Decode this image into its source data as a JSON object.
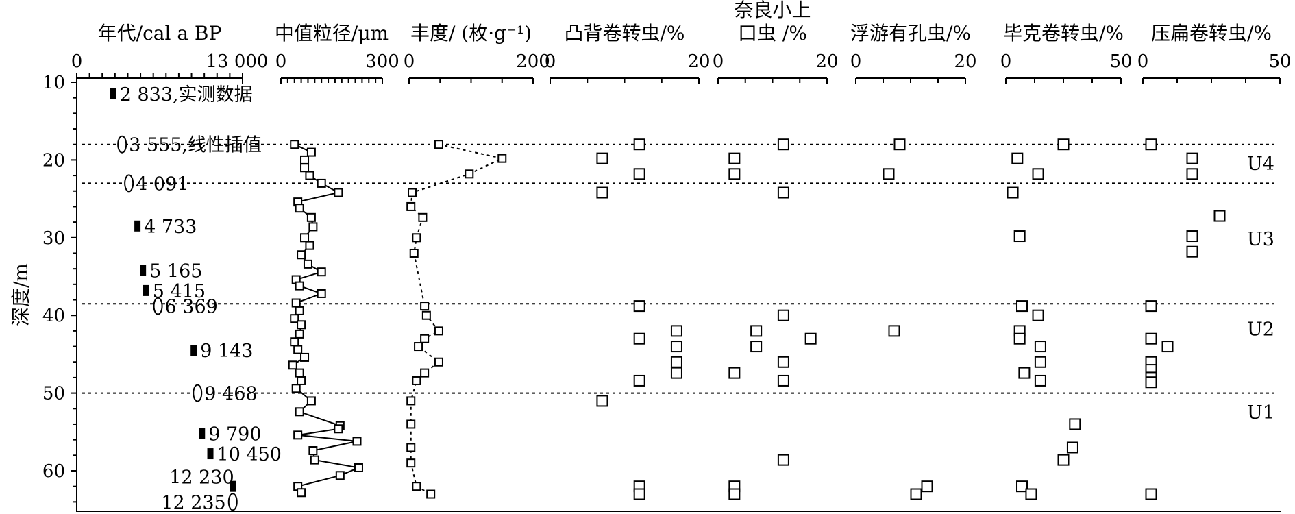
{
  "chart_data": {
    "type": "scatter",
    "ylabel": "深度/m",
    "ylim": [
      10,
      65
    ],
    "yticks": [
      10,
      20,
      30,
      40,
      50,
      60
    ],
    "boundaries": [
      18,
      23,
      38.5,
      50
    ],
    "units": [
      {
        "label": "U4",
        "depth": 20.5
      },
      {
        "label": "U3",
        "depth": 30.2
      },
      {
        "label": "U2",
        "depth": 41.8
      },
      {
        "label": "U1",
        "depth": 52.5
      }
    ],
    "panels": [
      {
        "key": "age",
        "title": "年代/cal a BP",
        "xlim": [
          0,
          13000
        ],
        "xtick_labels": [
          "0",
          "13 000"
        ],
        "ages": [
          {
            "depth": 11.5,
            "age": 2833,
            "label": "2 833,实测数据",
            "kind": "measured"
          },
          {
            "depth": 18,
            "age": 3555,
            "label": "3 555,线性插值",
            "kind": "interpolated"
          },
          {
            "depth": 23,
            "age": 4091,
            "label": "4 091",
            "kind": "interpolated"
          },
          {
            "depth": 28.5,
            "age": 4733,
            "label": "4 733",
            "kind": "measured"
          },
          {
            "depth": 34.2,
            "age": 5165,
            "label": "5 165",
            "kind": "measured"
          },
          {
            "depth": 36.8,
            "age": 5415,
            "label": "5 415",
            "kind": "measured"
          },
          {
            "depth": 38.8,
            "age": 6369,
            "label": "6 369",
            "kind": "interpolated"
          },
          {
            "depth": 44.5,
            "age": 9143,
            "label": "9 143",
            "kind": "measured"
          },
          {
            "depth": 50,
            "age": 9468,
            "label": "9 468",
            "kind": "interpolated"
          },
          {
            "depth": 55.2,
            "age": 9790,
            "label": "9 790",
            "kind": "measured"
          },
          {
            "depth": 57.8,
            "age": 10450,
            "label": "10 450",
            "kind": "measured"
          },
          {
            "depth": 62,
            "age": 12230,
            "label": "12 230",
            "kind": "measured"
          },
          {
            "depth": 64,
            "age": 12235,
            "label": "12 235",
            "kind": "interpolated"
          }
        ]
      },
      {
        "key": "grain",
        "title": "中值粒径/μm",
        "xlim": [
          0,
          300
        ],
        "xtick_labels": [
          "0",
          "300"
        ],
        "line": "solid",
        "points": [
          [
            18,
            40
          ],
          [
            19,
            90
          ],
          [
            20,
            70
          ],
          [
            21,
            70
          ],
          [
            22,
            85
          ],
          [
            23,
            120
          ],
          [
            24.2,
            170
          ],
          [
            25.4,
            50
          ],
          [
            26.2,
            55
          ],
          [
            27.4,
            90
          ],
          [
            28.6,
            95
          ],
          [
            30,
            70
          ],
          [
            31,
            85
          ],
          [
            32.2,
            60
          ],
          [
            33.4,
            80
          ],
          [
            34.4,
            120
          ],
          [
            35.4,
            45
          ],
          [
            36.2,
            55
          ],
          [
            37.2,
            120
          ],
          [
            38.4,
            45
          ],
          [
            39.4,
            55
          ],
          [
            40.4,
            40
          ],
          [
            41.2,
            60
          ],
          [
            42.4,
            55
          ],
          [
            43.4,
            40
          ],
          [
            44.4,
            50
          ],
          [
            45.4,
            70
          ],
          [
            46.4,
            35
          ],
          [
            47.4,
            55
          ],
          [
            48.4,
            60
          ],
          [
            49.4,
            45
          ],
          [
            51,
            90
          ],
          [
            52.4,
            55
          ],
          [
            54.2,
            175
          ],
          [
            54.6,
            170
          ],
          [
            55.4,
            50
          ],
          [
            56.2,
            225
          ],
          [
            57.4,
            95
          ],
          [
            58.6,
            100
          ],
          [
            59.6,
            230
          ],
          [
            60.6,
            175
          ],
          [
            62,
            50
          ],
          [
            62.8,
            60
          ]
        ]
      },
      {
        "key": "abundance",
        "title": "丰度/ (枚·g⁻¹)",
        "xlim": [
          0,
          200
        ],
        "xtick_labels": [
          "0",
          "200"
        ],
        "line": "dashed",
        "points": [
          [
            18,
            48
          ],
          [
            19.8,
            150
          ],
          [
            21.8,
            97
          ],
          [
            24.2,
            5
          ],
          [
            26,
            3
          ],
          [
            27.4,
            22
          ],
          [
            30,
            12
          ],
          [
            32,
            8
          ],
          [
            38.8,
            25
          ],
          [
            40,
            28
          ],
          [
            42,
            48
          ],
          [
            43,
            25
          ],
          [
            44,
            15
          ],
          [
            46,
            48
          ],
          [
            47.4,
            25
          ],
          [
            48.4,
            12
          ],
          [
            51,
            3
          ],
          [
            54,
            3
          ],
          [
            57,
            3
          ],
          [
            59,
            3
          ],
          [
            62,
            12
          ],
          [
            63,
            35
          ]
        ]
      },
      {
        "key": "p1",
        "title": "凸背卷转虫/%",
        "xlim": [
          0,
          20
        ],
        "xtick_labels": [
          "0",
          "20"
        ],
        "points": [
          [
            18,
            12
          ],
          [
            19.8,
            7
          ],
          [
            21.8,
            12
          ],
          [
            24.2,
            7
          ],
          [
            38.8,
            12
          ],
          [
            42,
            17
          ],
          [
            43,
            12
          ],
          [
            44,
            17
          ],
          [
            46,
            17
          ],
          [
            47.4,
            17
          ],
          [
            48.4,
            12
          ],
          [
            51,
            7
          ],
          [
            62,
            12
          ],
          [
            63,
            12
          ]
        ]
      },
      {
        "key": "p2",
        "title_line1": "奈良小上",
        "title_line2": "口虫 /%",
        "xlim": [
          0,
          20
        ],
        "xtick_labels": [
          "0",
          "20"
        ],
        "points": [
          [
            18,
            12
          ],
          [
            19.8,
            3
          ],
          [
            21.8,
            3
          ],
          [
            24.2,
            12
          ],
          [
            40,
            12
          ],
          [
            42,
            7
          ],
          [
            43,
            17
          ],
          [
            44,
            7
          ],
          [
            46,
            12
          ],
          [
            47.4,
            3
          ],
          [
            48.4,
            12
          ],
          [
            58.6,
            12
          ],
          [
            62,
            3
          ],
          [
            63,
            3
          ]
        ]
      },
      {
        "key": "p3",
        "title": "浮游有孔虫/%",
        "xlim": [
          0,
          20
        ],
        "xtick_labels": [
          "0",
          "20"
        ],
        "points": [
          [
            18,
            8
          ],
          [
            21.8,
            6
          ],
          [
            42,
            7
          ],
          [
            62,
            13
          ],
          [
            63,
            11
          ]
        ]
      },
      {
        "key": "p4",
        "title": "毕克卷转虫/%",
        "xlim": [
          0,
          50
        ],
        "xtick_labels": [
          "0",
          "50"
        ],
        "points": [
          [
            18,
            25
          ],
          [
            19.8,
            5
          ],
          [
            21.8,
            14
          ],
          [
            24.2,
            3
          ],
          [
            29.8,
            6
          ],
          [
            38.8,
            7
          ],
          [
            40,
            14
          ],
          [
            42,
            6
          ],
          [
            43,
            6
          ],
          [
            44,
            15
          ],
          [
            46,
            15
          ],
          [
            47.4,
            8
          ],
          [
            48.4,
            15
          ],
          [
            54,
            30
          ],
          [
            57,
            29
          ],
          [
            58.6,
            25
          ],
          [
            62,
            7
          ],
          [
            63,
            11
          ]
        ]
      },
      {
        "key": "p5",
        "title": "压扁卷转虫/%",
        "xlim": [
          0,
          50
        ],
        "xtick_labels": [
          "0",
          "50"
        ],
        "points": [
          [
            18,
            3
          ],
          [
            19.8,
            18
          ],
          [
            21.8,
            18
          ],
          [
            27.2,
            28
          ],
          [
            29.8,
            18
          ],
          [
            31.8,
            18
          ],
          [
            38.8,
            3
          ],
          [
            43,
            3
          ],
          [
            44,
            9
          ],
          [
            46,
            3
          ],
          [
            47,
            3
          ],
          [
            48,
            3
          ],
          [
            48.6,
            3
          ],
          [
            63,
            3
          ]
        ]
      }
    ]
  }
}
